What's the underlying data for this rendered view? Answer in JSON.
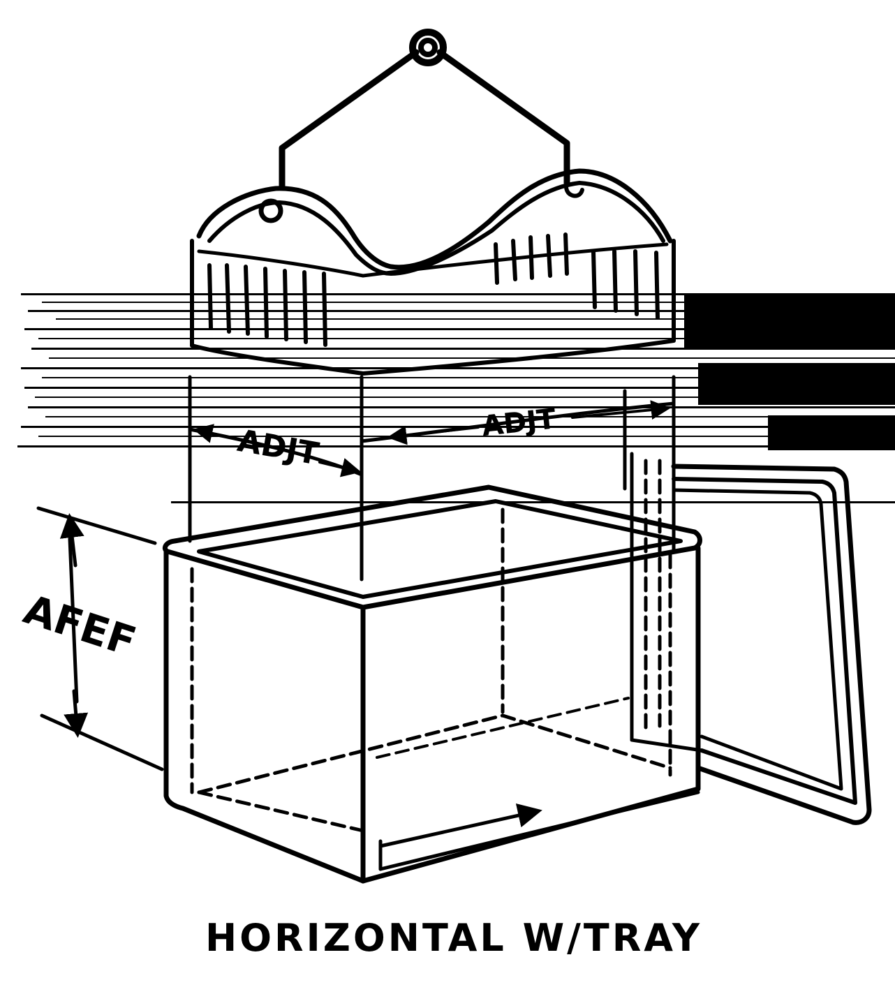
{
  "diagram": {
    "caption": "HORIZONTAL W/TRAY",
    "labels": {
      "adjust_left": "ADJT",
      "adjust_right": "ADJT",
      "height": "AFEF"
    }
  },
  "colors": {
    "ink": "#000000",
    "background": "#ffffff"
  }
}
